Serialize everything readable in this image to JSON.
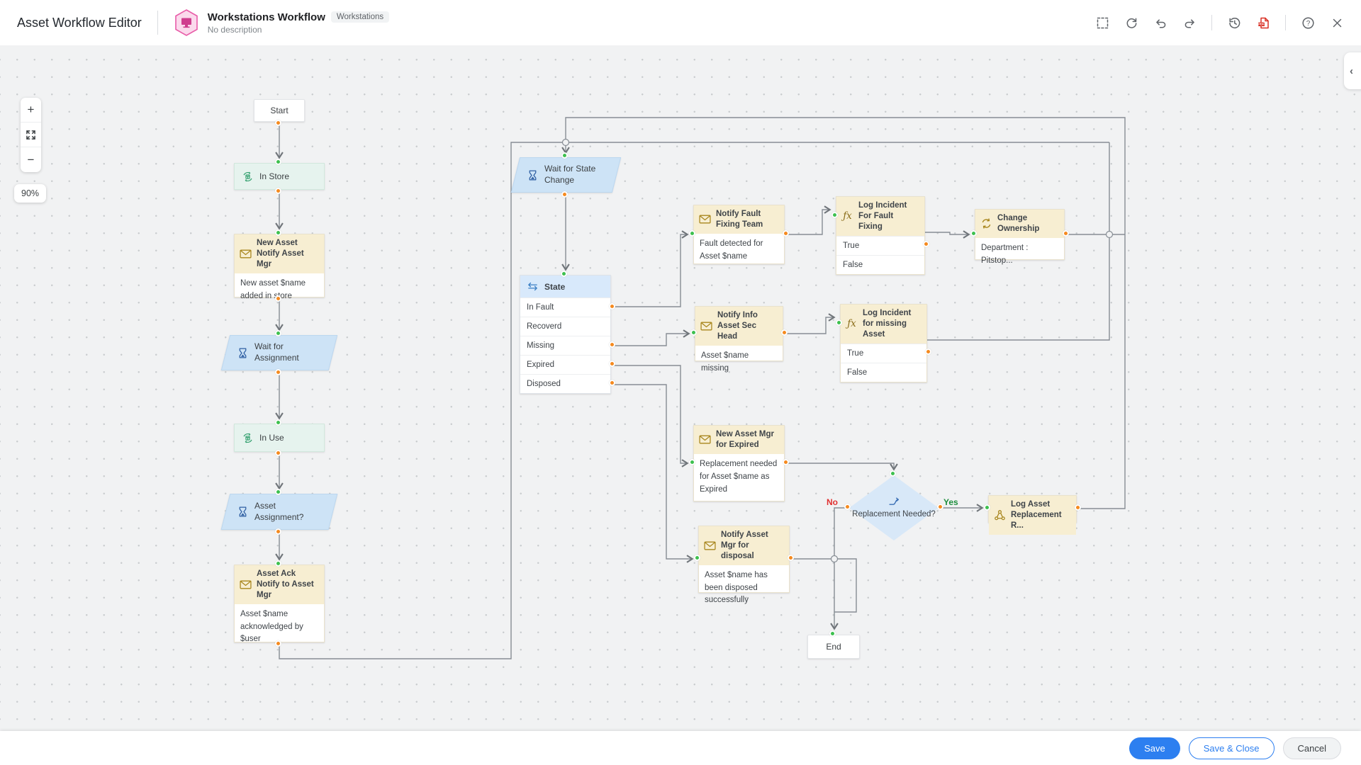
{
  "header": {
    "app_title": "Asset Workflow Editor",
    "workflow_title": "Workstations Workflow",
    "workflow_tag": "Workstations",
    "workflow_description": "No description"
  },
  "toolbar": {
    "items": [
      "select-area",
      "refresh",
      "undo",
      "redo",
      "history",
      "export-pdf",
      "help",
      "close"
    ]
  },
  "canvas": {
    "zoom_level": "90%",
    "colors": {
      "accent_blue": "#2d7ff0",
      "connector_gray": "#878d94",
      "port_orange": "#f58a1f",
      "port_green": "#3ec04f",
      "branch_no_red": "#e03131",
      "branch_yes_green": "#1e8e3e",
      "state_mint": "#e6f3ee",
      "wait_blue": "#cde3f6",
      "notify_beige": "#f7eed2"
    },
    "nodes": {
      "start": {
        "label": "Start"
      },
      "in_store": {
        "label": "In Store"
      },
      "new_asset_notify": {
        "title": "New Asset Notify Asset Mgr",
        "body": "New asset $name added in store"
      },
      "wait_for_assignment": {
        "label": "Wait for Assignment"
      },
      "in_use": {
        "label": "In Use"
      },
      "asset_assignment": {
        "label": "Asset Assignment?"
      },
      "asset_ack_notify": {
        "title": "Asset Ack Notify to Asset Mgr",
        "body": "Asset $name acknowledged by $user"
      },
      "wait_for_state_change": {
        "label": "Wait for State Change"
      },
      "state": {
        "title": "State",
        "options": [
          "In Fault",
          "Recoverd",
          "Missing",
          "Expired",
          "Disposed"
        ]
      },
      "notify_fault_fixing": {
        "title": "Notify Fault Fixing Team",
        "body": "Fault detected for Asset $name"
      },
      "log_incident_fault": {
        "title": "Log Incident For Fault Fixing",
        "outcomes": [
          "True",
          "False"
        ]
      },
      "change_ownership": {
        "title": "Change Ownership",
        "body": "Department : Pitstop..."
      },
      "notify_info_missing": {
        "title": "Notify Info Asset Sec Head",
        "body": "Asset $name missing"
      },
      "log_incident_missing": {
        "title": "Log Incident for missing Asset",
        "outcomes": [
          "True",
          "False"
        ]
      },
      "new_asset_expired": {
        "title": "New Asset Mgr for Expired",
        "body": "Replacement needed for Asset $name as Expired"
      },
      "replacement_needed": {
        "label": "Replacement Needed?",
        "no_label": "No",
        "yes_label": "Yes"
      },
      "log_replacement": {
        "title": "Log Asset Replacement R..."
      },
      "notify_disposal": {
        "title": "Notify Asset Mgr for disposal",
        "body": "Asset $name has been disposed successfully"
      },
      "end": {
        "label": "End"
      }
    }
  },
  "footer": {
    "save_label": "Save",
    "save_close_label": "Save & Close",
    "cancel_label": "Cancel"
  }
}
